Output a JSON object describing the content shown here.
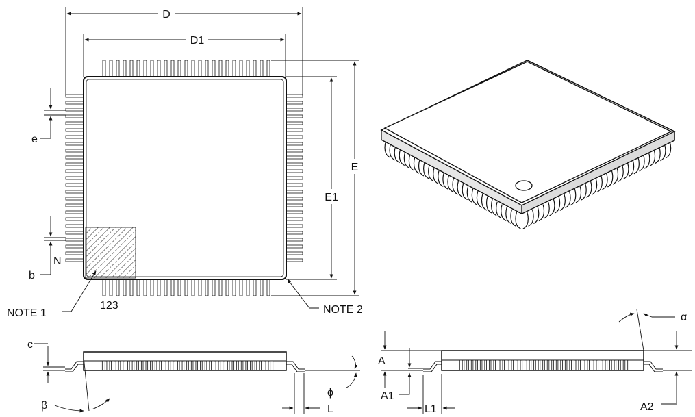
{
  "labels": {
    "D": "D",
    "D1": "D1",
    "E": "E",
    "E1": "E1",
    "e": "e",
    "b": "b",
    "N": "N",
    "note1": "NOTE 1",
    "note2": "NOTE 2",
    "pin_numbers": "123",
    "c": "c",
    "beta": "β",
    "phi": "ϕ",
    "L": "L",
    "A": "A",
    "A1": "A1",
    "L1": "L1",
    "A2": "A2",
    "alpha": "α"
  }
}
